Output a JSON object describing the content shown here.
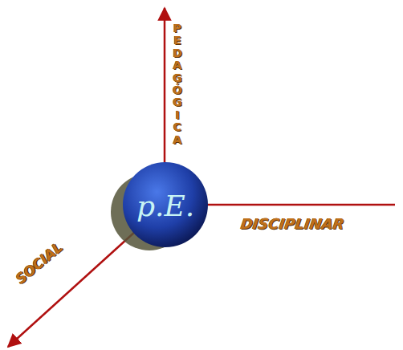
{
  "diagram": {
    "nodes": [
      {
        "text": [
          "p.E."
        ]
      }
    ],
    "labels": [
      "PEDAGÓGICA",
      "DISCIPLINAR",
      "SOCIAL"
    ]
  }
}
